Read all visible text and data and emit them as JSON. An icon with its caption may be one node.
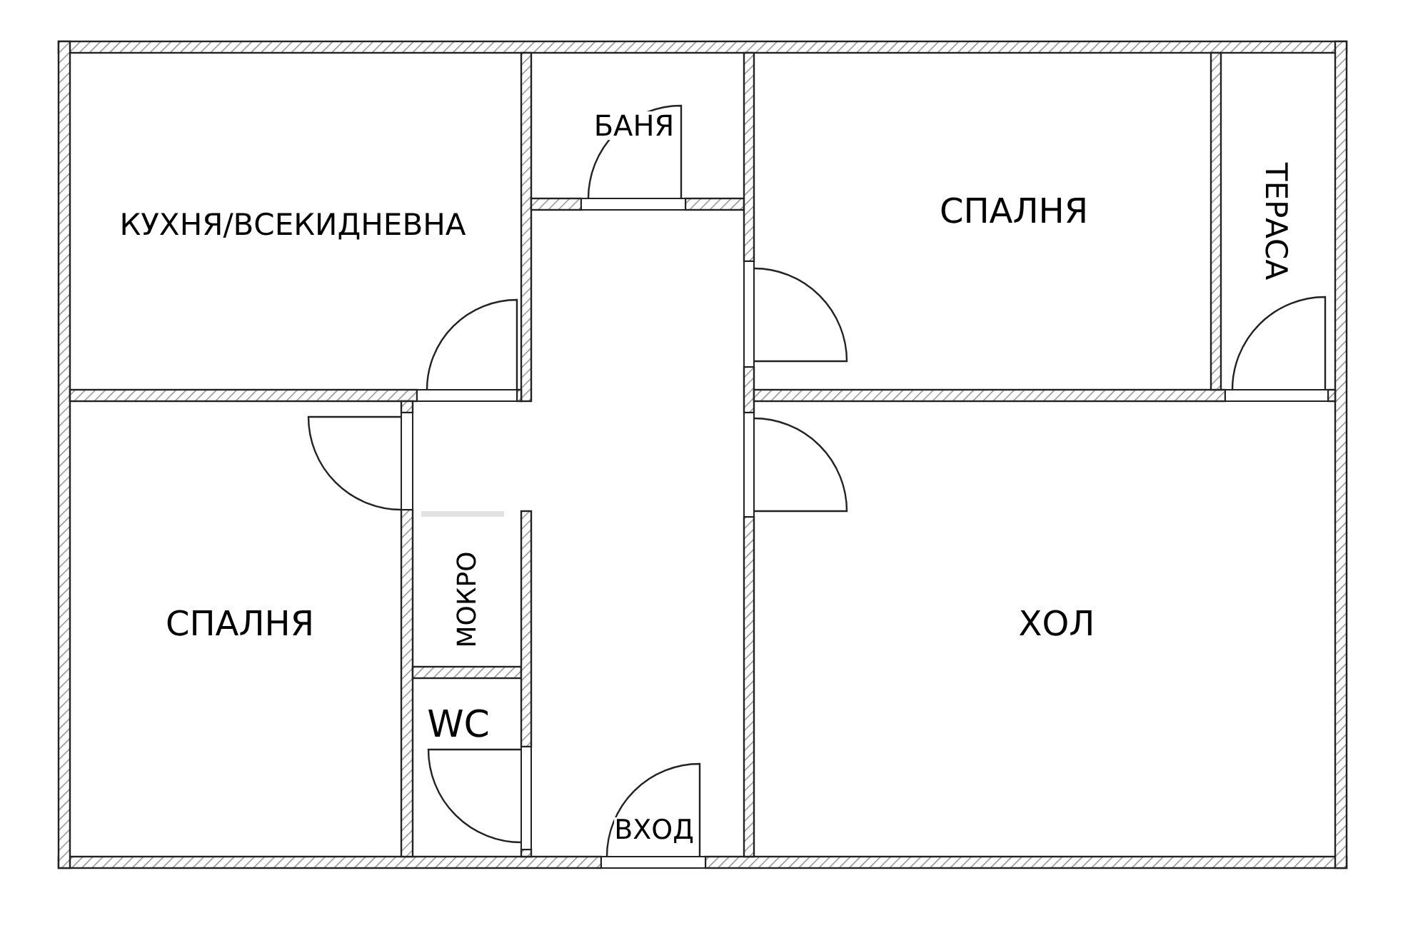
{
  "diagram": {
    "nodes": [
      {
        "text": [
          "КУХНЯ/ВСЕКИДНЕВНА"
        ]
      },
      {
        "text": [
          "БАНЯ"
        ]
      },
      {
        "text": [
          "СПАЛНЯ"
        ]
      },
      {
        "text": [
          "ТЕРАСА"
        ]
      },
      {
        "text": [
          "СПАЛНЯ"
        ]
      },
      {
        "text": [
          "МОКРО"
        ]
      },
      {
        "text": [
          "WC"
        ]
      },
      {
        "text": [
          "ХОЛ"
        ]
      },
      {
        "text": [
          "ВХОД"
        ]
      }
    ]
  }
}
